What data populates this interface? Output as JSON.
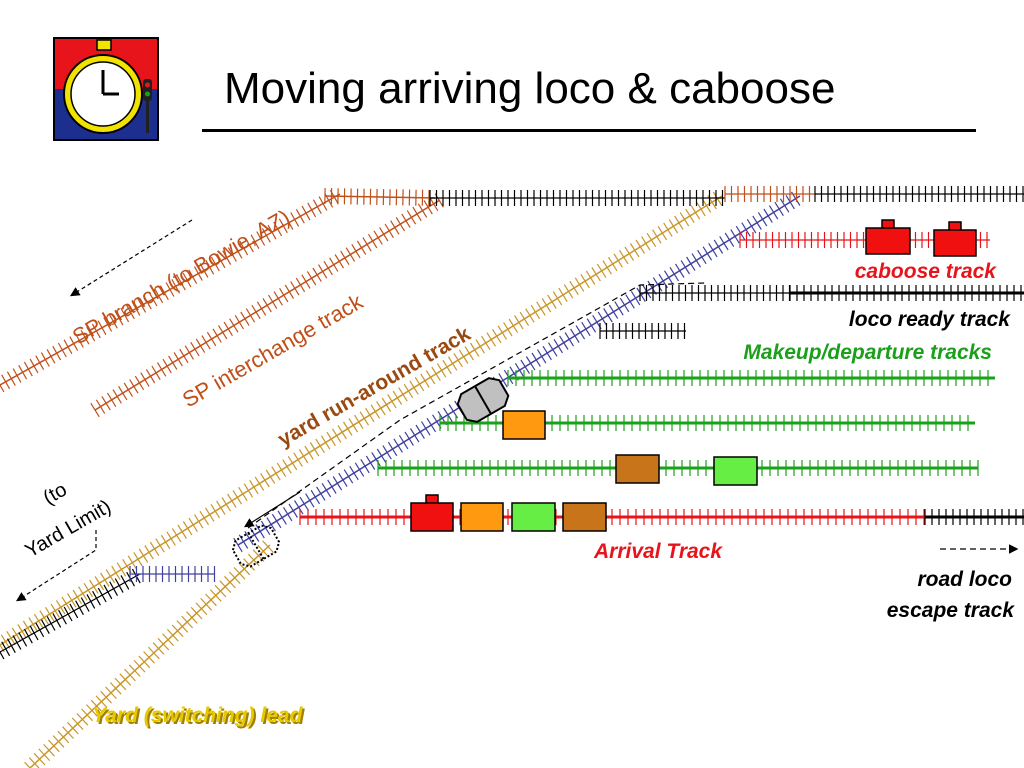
{
  "title": "Moving arriving loco & caboose",
  "logo": {
    "icon": "pocket-watch-signal-icon",
    "top_color": "#e8141b",
    "bottom_color": "#1c2f8f"
  },
  "labels": {
    "sp_branch": "SP branch (to Bowie, AZ)",
    "sp_interchange": "SP interchange track",
    "yard_runaround": "yard run-around track",
    "caboose_track": "caboose track",
    "loco_ready": "loco ready track",
    "makeup_departure": "Makeup/departure tracks",
    "arrival": "Arrival Track",
    "road_loco_line1": "road loco",
    "road_loco_line2": "escape track",
    "yard_limit_line1": "(to",
    "yard_limit_line2": "Yard Limit)",
    "yard_lead": "Yard (switching) lead"
  },
  "colors": {
    "sp_track": "#c0501a",
    "runaround_track": "#4040a0",
    "yard_lead_track": "#c8962a",
    "makeup_track": "#1aa01a",
    "arrival_track": "#e8141b",
    "plain_track": "#000000",
    "caboose_label": "#e8141b",
    "makeup_label": "#1aa01a",
    "arrival_label": "#e8141b",
    "sp_label": "#c0501a",
    "runaround_label": "#9a4a10",
    "yard_lead_label": "#c8a000",
    "car_red": "#f01010",
    "car_orange": "#ff9a10",
    "car_green": "#66ee44",
    "car_brown": "#c8741a",
    "loco_gray": "#c0c0c0"
  }
}
